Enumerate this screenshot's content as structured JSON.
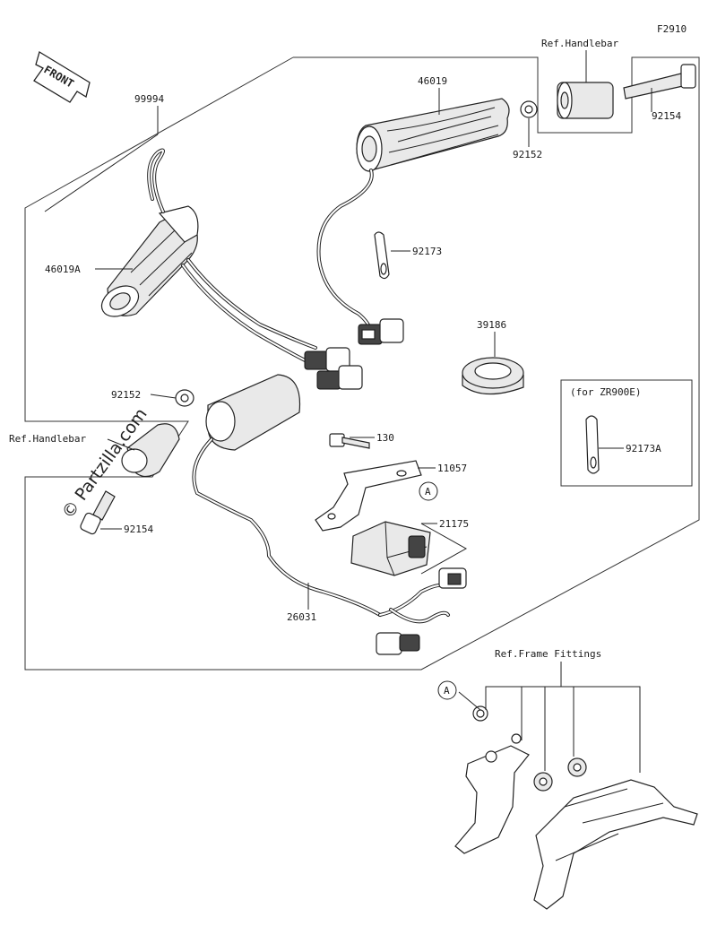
{
  "figure_code": "F2910",
  "front_label": "FRONT",
  "watermark": "© Partzilla.com",
  "refs": {
    "handlebar_right": "Ref.Handlebar",
    "handlebar_left": "Ref.Handlebar",
    "frame_fittings": "Ref.Frame Fittings"
  },
  "variant_box_label": "(for ZR900E)",
  "callout_a": "A",
  "parts": [
    {
      "number": "99994"
    },
    {
      "number": "46019"
    },
    {
      "number": "92154"
    },
    {
      "number": "92152"
    },
    {
      "number": "92173"
    },
    {
      "number": "46019A"
    },
    {
      "number": "39186"
    },
    {
      "number": "92152"
    },
    {
      "number": "130"
    },
    {
      "number": "11057"
    },
    {
      "number": "92173A"
    },
    {
      "number": "21175"
    },
    {
      "number": "92154"
    },
    {
      "number": "26031"
    }
  ]
}
